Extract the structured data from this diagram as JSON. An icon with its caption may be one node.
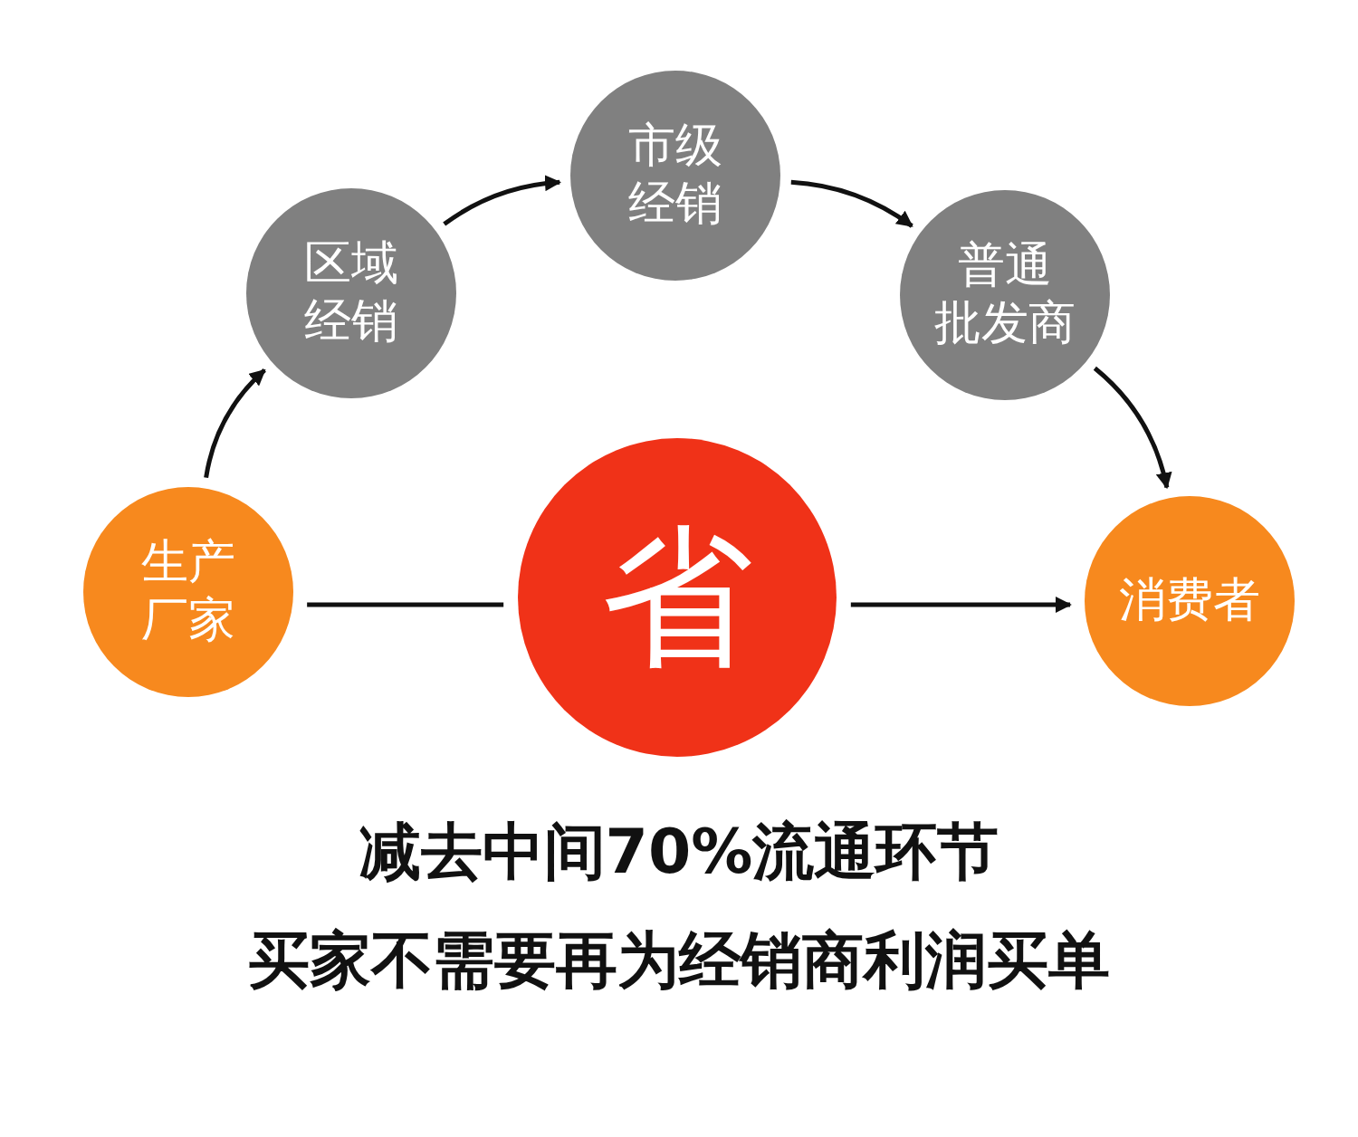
{
  "diagram": {
    "nodes": [
      {
        "text": [
          "生产厂家"
        ]
      },
      {
        "text": [
          "区域经销"
        ]
      },
      {
        "text": [
          "市级经销"
        ]
      },
      {
        "text": [
          "普通批发商"
        ]
      },
      {
        "text": [
          "消费者"
        ]
      },
      {
        "text": [
          "省"
        ]
      }
    ],
    "edges": [
      {
        "from": 0,
        "to": 1,
        "arrow": "to"
      },
      {
        "from": 1,
        "to": 2,
        "arrow": "to"
      },
      {
        "from": 2,
        "to": 3,
        "arrow": "to"
      },
      {
        "from": 3,
        "to": 4,
        "arrow": "to"
      },
      {
        "from": 0,
        "to": 5,
        "arrow": "none"
      },
      {
        "from": 5,
        "to": 4,
        "arrow": "to"
      }
    ],
    "labels": [
      "减去中间70%流通环节",
      "买家不需要再为经销商利润买单"
    ]
  }
}
